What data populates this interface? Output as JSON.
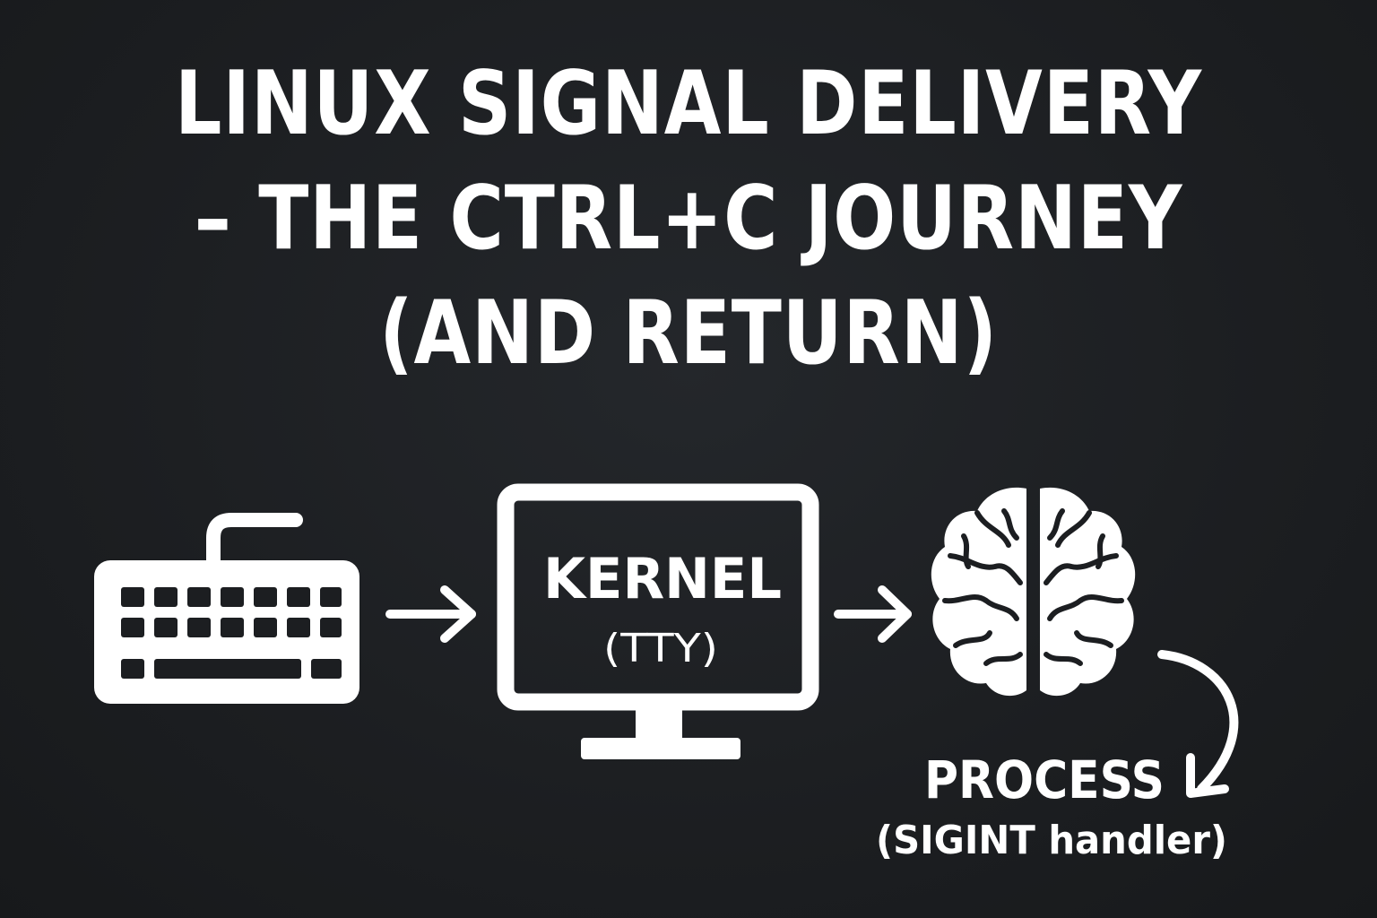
{
  "title": {
    "line1": "LINUX SIGNAL DELIVERY",
    "line2": "– THE CTRL+C JOURNEY",
    "line3": "(AND RETURN)"
  },
  "nodes": {
    "kernel": {
      "label": "KERNEL",
      "sublabel": "(TTY)"
    },
    "process": {
      "label": "PROCESS",
      "sublabel": "(SIGINT handler)"
    }
  },
  "icons": {
    "keyboard": "keyboard-icon",
    "monitor": "monitor-icon",
    "brain": "brain-icon",
    "arrow": "arrow-right-icon",
    "curved_arrow": "curved-arrow-icon"
  },
  "colors": {
    "background": "#1c1e21",
    "foreground": "#ffffff"
  }
}
